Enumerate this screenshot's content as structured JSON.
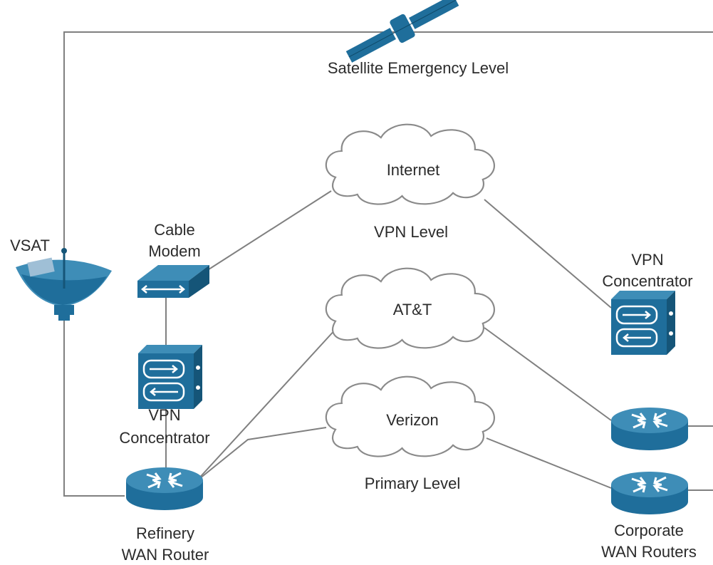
{
  "labels": {
    "satellite_level": "Satellite Emergency Level",
    "vpn_level": "VPN Level",
    "primary_level": "Primary Level",
    "vsat": "VSAT",
    "cable_modem_line1": "Cable",
    "cable_modem_line2": "Modem",
    "vpn_conc_right_line1": "VPN",
    "vpn_conc_right_line2": "Concentrator",
    "vpn_conc_left_line1": "VPN",
    "vpn_conc_left_line2": "Concentrator",
    "refinery_line1": "Refinery",
    "refinery_line2": "WAN Router",
    "corporate_line1": "Corporate",
    "corporate_line2": "WAN Routers"
  },
  "clouds": {
    "internet": "Internet",
    "att": "AT&T",
    "verizon": "Verizon"
  },
  "icons": [
    "satellite-icon",
    "satellite-dish-icon",
    "cable-modem-icon",
    "vpn-concentrator-icon",
    "router-icon",
    "cloud-icon"
  ],
  "colors": {
    "device": "#1f6e9b",
    "device_top": "#3e8db7",
    "line": "#808080"
  }
}
